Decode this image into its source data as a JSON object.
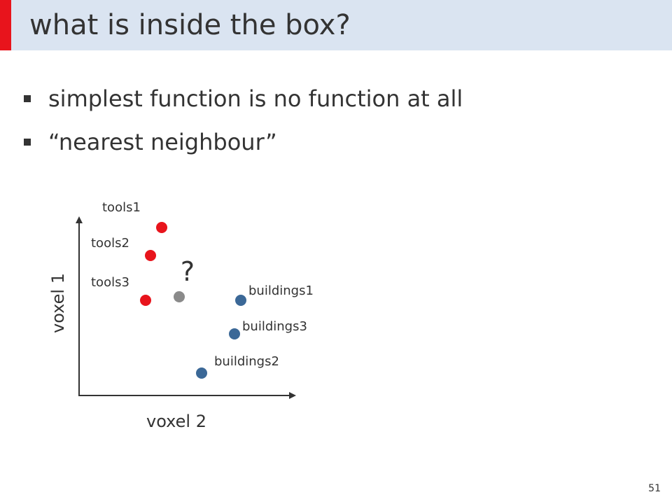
{
  "slide": {
    "title": "what is inside the box?",
    "bullets": [
      "simplest function is no function at all",
      "“nearest neighbour”"
    ],
    "page_number": "51"
  },
  "diagram": {
    "axis_x_label": "voxel 2",
    "axis_y_label": "voxel 1",
    "query_label": "?",
    "colors": {
      "tools": "#e8141c",
      "buildings": "#3b6897",
      "query": "#8a8a8a",
      "axis": "#333333",
      "accent": "#e8141c",
      "title_band": "#dae4f1"
    },
    "points": [
      {
        "label": "tools1",
        "group": "tools"
      },
      {
        "label": "tools2",
        "group": "tools"
      },
      {
        "label": "tools3",
        "group": "tools"
      },
      {
        "label": "buildings1",
        "group": "buildings"
      },
      {
        "label": "buildings3",
        "group": "buildings"
      },
      {
        "label": "buildings2",
        "group": "buildings"
      },
      {
        "label": "",
        "group": "query"
      }
    ]
  }
}
